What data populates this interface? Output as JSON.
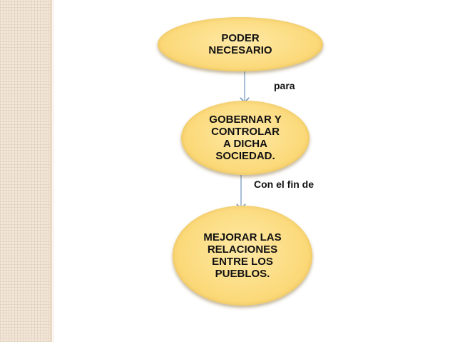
{
  "diagram": {
    "nodes": [
      {
        "text": "PODER\nNECESARIO"
      },
      {
        "text": "GOBERNAR Y\nCONTROLAR\nA DICHA\nSOCIEDAD."
      },
      {
        "text": "MEJORAR LAS\nRELACIONES\nENTRE LOS\nPUEBLOS."
      }
    ],
    "edges": [
      {
        "from": 0,
        "to": 1,
        "label": "para"
      },
      {
        "from": 1,
        "to": 2,
        "label": "Con el fin de"
      }
    ]
  },
  "colors": {
    "node_fill": "#fbd979",
    "connector": "#7a9cc0",
    "text": "#111111",
    "background": "#ffffff",
    "left_strip": "#f2e6d8"
  }
}
